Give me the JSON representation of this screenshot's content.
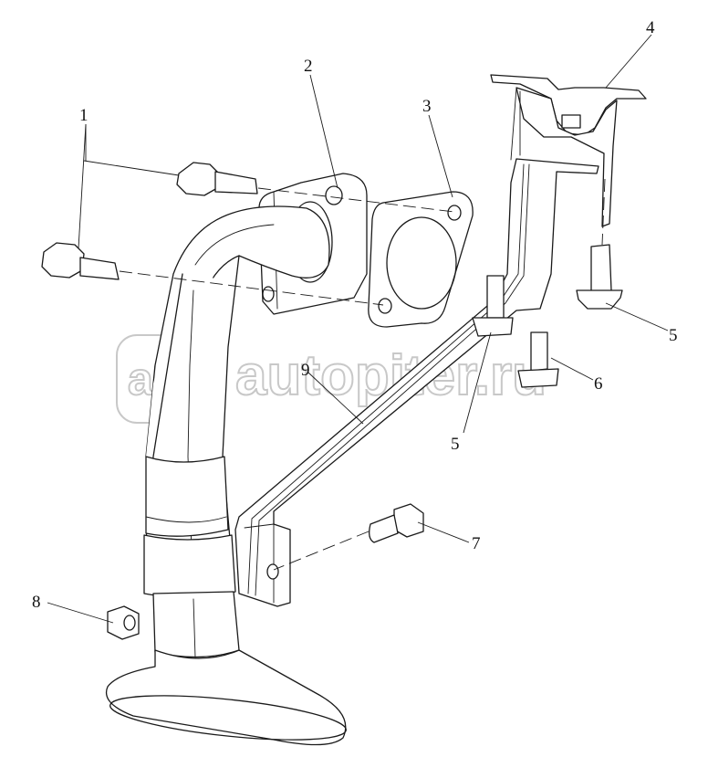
{
  "diagram": {
    "callouts": [
      {
        "id": "1",
        "label": "1"
      },
      {
        "id": "2",
        "label": "2"
      },
      {
        "id": "3",
        "label": "3"
      },
      {
        "id": "4",
        "label": "4"
      },
      {
        "id": "5a",
        "label": "5"
      },
      {
        "id": "5b",
        "label": "5"
      },
      {
        "id": "6",
        "label": "6"
      },
      {
        "id": "7",
        "label": "7"
      },
      {
        "id": "8",
        "label": "8"
      },
      {
        "id": "9",
        "label": "9"
      }
    ]
  },
  "watermark": {
    "symbol": "a>",
    "text": "autopiter.ru"
  },
  "colors": {
    "line": "#1a1a1a",
    "watermark": "#c8c8c8",
    "background": "#ffffff"
  }
}
